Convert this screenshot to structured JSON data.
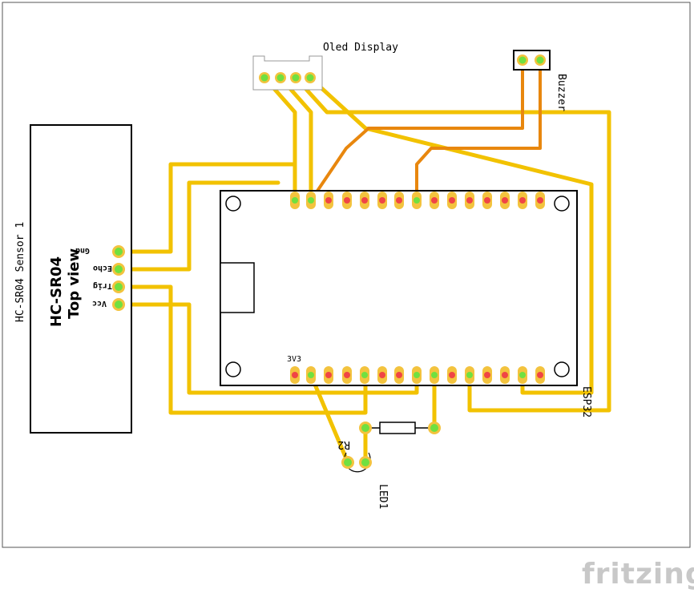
{
  "labels": {
    "oled": "Oled Display",
    "buzzer": "Buzzer",
    "sensor_title": "HC-SR04 Sensor 1",
    "sensor_model": "HC-SR04",
    "sensor_view": "Top view",
    "pin_gnd": "Gnd",
    "pin_echo": "Echo",
    "pin_trig": "Trig",
    "pin_vcc": "Vcc",
    "esp32": "ESP32",
    "pin_3v3": "3V3",
    "resistor": "R2",
    "led": "LED1",
    "logo": "fritzing"
  },
  "colors": {
    "trace": "#f2c200",
    "trace_orange": "#e8870e",
    "pad_ring": "#f3c33e",
    "pad_connected": "#70e040",
    "pad_free": "#f04545",
    "outline": "#000000"
  }
}
